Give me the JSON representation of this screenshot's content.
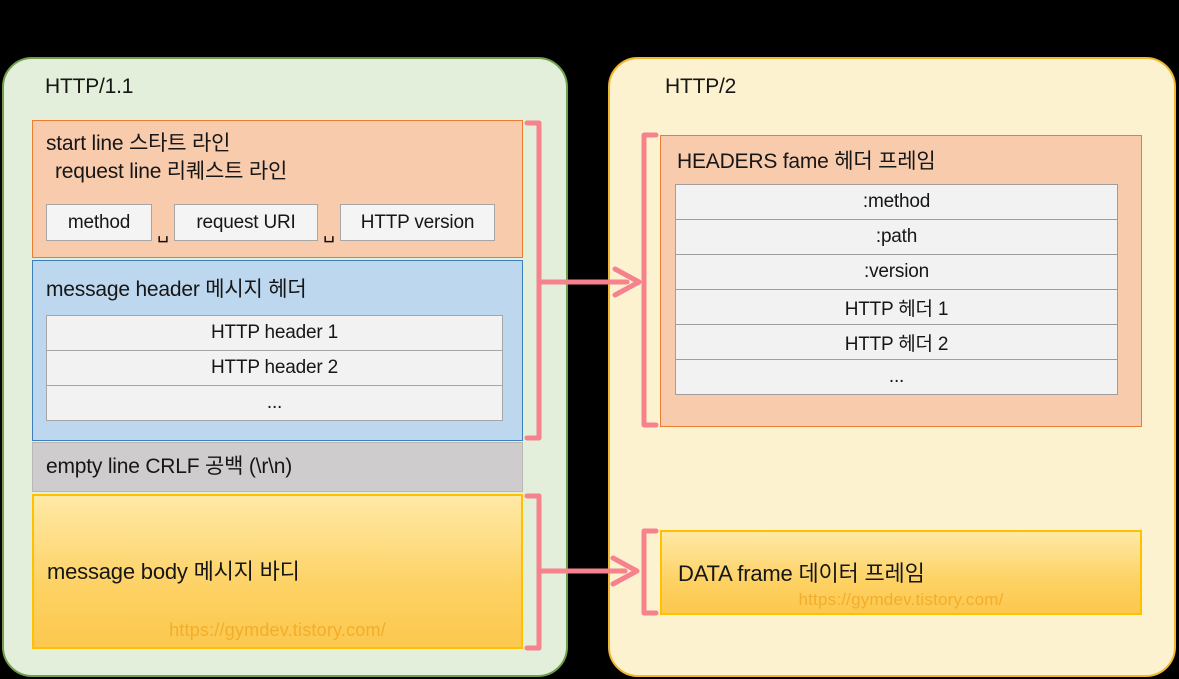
{
  "http1": {
    "title": "HTTP/1.1",
    "start_line": {
      "line1": "start line 스타트 라인",
      "line2": "request line 리퀘스트 라인",
      "tokens": [
        "method",
        "request URI",
        "HTTP version"
      ],
      "space_glyph": "␣"
    },
    "message_header": {
      "title": "message header 메시지 헤더",
      "rows": [
        "HTTP header 1",
        "HTTP header 2",
        "..."
      ]
    },
    "empty_line": {
      "label": "empty line CRLF 공백 (\\r\\n)"
    },
    "message_body": {
      "title": "message body 메시지 바디",
      "watermark": "https://gymdev.tistory.com/"
    }
  },
  "http2": {
    "title": "HTTP/2",
    "headers_frame": {
      "title": "HEADERS fame 헤더 프레임",
      "rows": [
        ":method",
        ":path",
        ":version",
        "HTTP 헤더 1",
        "HTTP 헤더 2",
        "..."
      ]
    },
    "data_frame": {
      "title": "DATA frame 데이터 프레임",
      "watermark": "https://gymdev.tistory.com/"
    }
  },
  "colors": {
    "background": "#000000",
    "http1_panel": "#e3efda",
    "http1_border": "#6fa04e",
    "http2_panel": "#fdf2cf",
    "http2_border": "#ffc000",
    "start_line_fill": "#f8cbad",
    "start_line_border": "#ed7d31",
    "header_fill": "#bdd7ee",
    "header_border": "#3d7ebc",
    "empty_fill": "#cecccc",
    "body_fill": "#fdd162",
    "connector_pink": "#f5828d"
  }
}
